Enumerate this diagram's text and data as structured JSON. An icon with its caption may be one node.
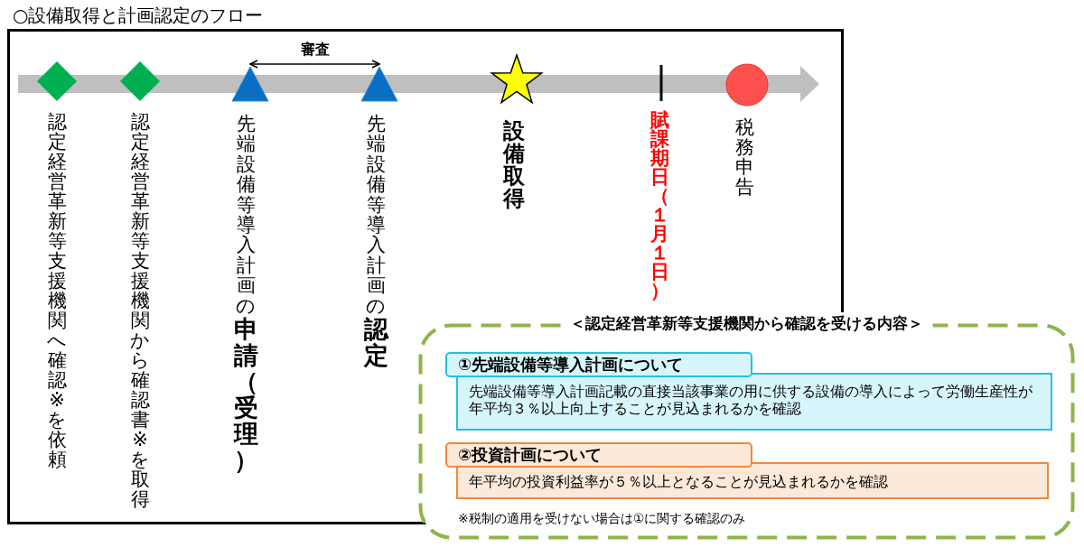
{
  "diagram": {
    "title": "○設備取得と計画認定のフロー",
    "nodes": [
      {
        "text": [],
        "shape": "diamond",
        "beside": [
          "認定経営革新等支援機関へ確認※を依頼"
        ]
      },
      {
        "text": [],
        "shape": "diamond",
        "beside": [
          "認定経営革新等支援機関から確認書※を取得"
        ]
      },
      {
        "text": [],
        "shape": "triangle",
        "beside": [
          "先端設備等導入計画の**申請（受理）**"
        ]
      },
      {
        "text": [],
        "shape": "triangle",
        "beside": [
          "先端設備等導入計画の**認定**"
        ]
      },
      {
        "text": [],
        "shape": "star",
        "beside": [
          "設備取得"
        ]
      },
      {
        "text": [],
        "shape": "bar",
        "beside": [
          "賦課期日（１月１日）"
        ]
      },
      {
        "text": [],
        "shape": "circle",
        "beside": [
          "税務申告"
        ]
      },
      {
        "text": [
          "＜認定経営革新等支援機関から確認を受ける内容＞",
          "※税制の適用を受けない場合は①に関する確認のみ"
        ]
      },
      {
        "text": [
          "①先端設備等導入計画について",
          "先端設備等導入計画記載の直接当該事業の用に供する設備の導入によって労働生産性が年平均３％以上向上することが見込まれるかを確認"
        ],
        "in": 7
      },
      {
        "text": [
          "②投資計画について",
          "年平均の投資利益率が５％以上となることが見込まれるかを確認"
        ],
        "in": 7
      }
    ],
    "edges": [
      {
        "from": 2,
        "to": 3,
        "arrow": "both",
        "label": "審査"
      }
    ]
  }
}
